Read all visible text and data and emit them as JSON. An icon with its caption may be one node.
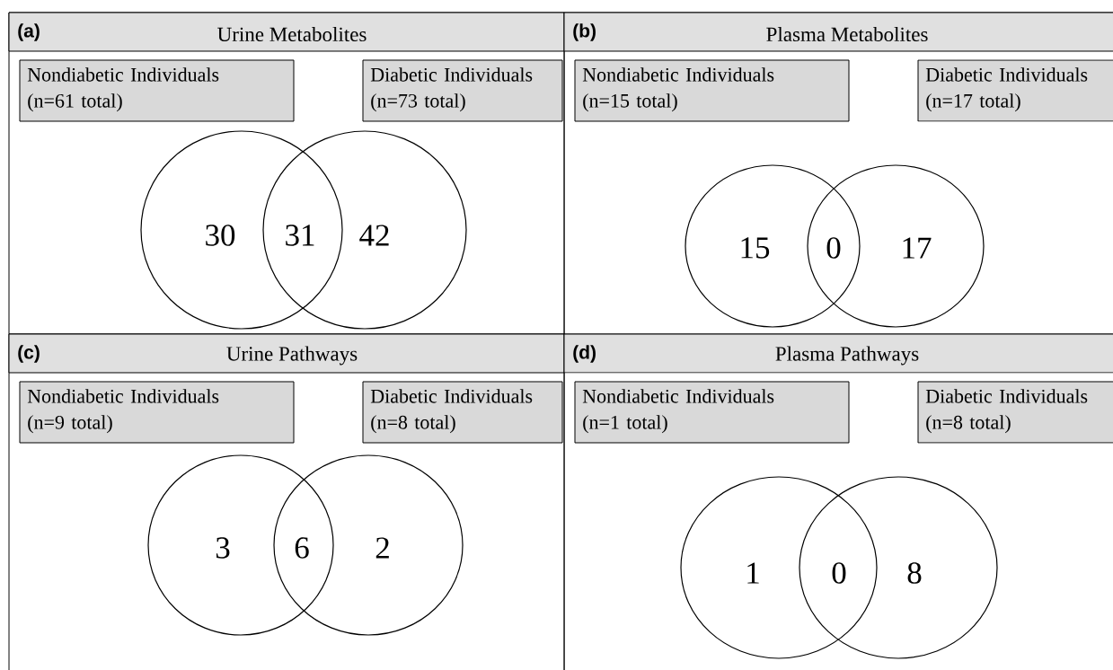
{
  "diagram": {
    "nodes": [
      {
        "text": [
          "(a)",
          "Urine Metabolites"
        ]
      },
      {
        "text": [
          "Nondiabetic Individuals (n=61 total)"
        ],
        "in": 0
      },
      {
        "text": [
          "Diabetic Individuals (n=73 total)"
        ],
        "in": 0
      },
      {
        "text": [],
        "shape": "circle",
        "in": 0
      },
      {
        "text": [],
        "shape": "circle",
        "in": 0
      },
      {
        "text": [
          "(b)",
          "Plasma Metabolites"
        ]
      },
      {
        "text": [
          "Nondiabetic Individuals (n=15 total)"
        ],
        "in": 5
      },
      {
        "text": [
          "Diabetic Individuals (n=17 total)"
        ],
        "in": 5
      },
      {
        "text": [],
        "shape": "circle",
        "in": 5
      },
      {
        "text": [],
        "shape": "circle",
        "in": 5
      },
      {
        "text": [
          "(c)",
          "Urine Pathways"
        ]
      },
      {
        "text": [
          "Nondiabetic Individuals (n=9 total)"
        ],
        "in": 10
      },
      {
        "text": [
          "Diabetic Individuals (n=8 total)"
        ],
        "in": 10
      },
      {
        "text": [],
        "shape": "circle",
        "in": 10
      },
      {
        "text": [],
        "shape": "circle",
        "in": 10
      },
      {
        "text": [
          "(d)",
          "Plasma Pathways"
        ]
      },
      {
        "text": [
          "Nondiabetic Individuals (n=1 total)"
        ],
        "in": 15
      },
      {
        "text": [
          "Diabetic Individuals (n=8 total)"
        ],
        "in": 15
      },
      {
        "text": [],
        "shape": "circle",
        "in": 15
      },
      {
        "text": [],
        "shape": "circle",
        "in": 15
      }
    ],
    "labels": [
      "30",
      "31",
      "42",
      "15",
      "0",
      "17",
      "3",
      "6",
      "2",
      "1",
      "0",
      "8"
    ]
  }
}
